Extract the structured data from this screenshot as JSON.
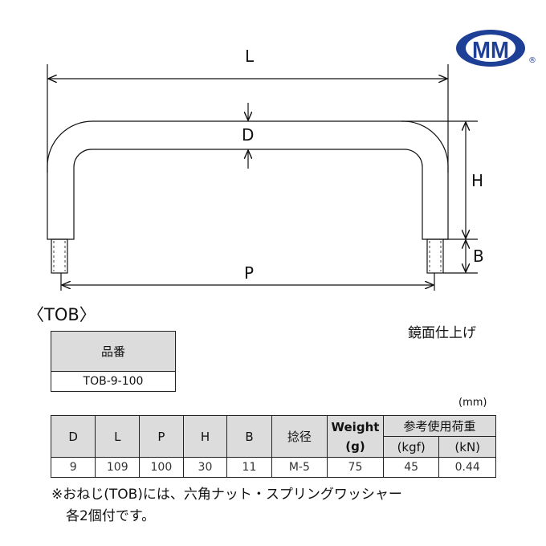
{
  "logo": {
    "text": "MM",
    "registered": "®",
    "color": "#1e3f96"
  },
  "drawing": {
    "labels": {
      "L": "L",
      "D": "D",
      "H": "H",
      "P": "P",
      "B": "B"
    }
  },
  "model_label": "〈TOB〉",
  "finish": "鏡面仕上げ",
  "part_table": {
    "header": "品番",
    "value": "TOB-9-100"
  },
  "unit": "(mm)",
  "spec_table": {
    "headers": {
      "D": "D",
      "L": "L",
      "P": "P",
      "H": "H",
      "B": "B",
      "thread": "捻径",
      "weight": "Weight",
      "weight_unit": "(g)",
      "load": "参考使用荷重",
      "load_kgf": "(kgf)",
      "load_kn": "(kN)"
    },
    "row": [
      "9",
      "109",
      "100",
      "30",
      "11",
      "M-5",
      "75",
      "45",
      "0.44"
    ]
  },
  "note": {
    "line1": "※おねじ(TOB)には、六角ナット・スプリングワッシャー",
    "line2": "各2個付です。"
  }
}
